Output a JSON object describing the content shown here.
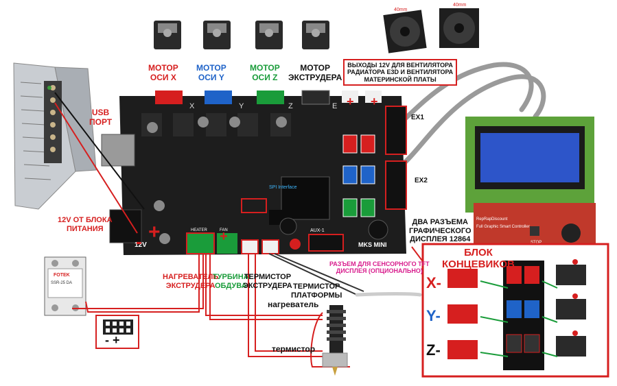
{
  "labels": {
    "motor_x": [
      "МОТОР",
      "ОСИ X"
    ],
    "motor_y": [
      "МОТОР",
      "ОСИ Y"
    ],
    "motor_z": [
      "МОТОР",
      "ОСИ Z"
    ],
    "motor_e": [
      "МОТОР",
      "ЭКСТРУДЕРА"
    ],
    "fan_outputs": [
      "ВЫХОДЫ 12V ДЛЯ ВЕНТИЛЯТОРА",
      "РАДИАТОРА E3D И ВЕНТИЛЯТОРА",
      "МАТЕРИНСКОЙ ПЛАТЫ"
    ],
    "usb": [
      "USB",
      "ПОРТ"
    ],
    "psu_12v": [
      "12V ОТ БЛОКА",
      "ПИТАНИЯ"
    ],
    "ex1": "EX1",
    "ex2": "EX2",
    "display_conn": [
      "ДВА РАЗЪЕМА",
      "ГРАФИЧЕСКОГО",
      "ДИСПЛЕЯ 12864"
    ],
    "tft_conn": [
      "РАЗЪЕМ ДЛЯ СЕНСОРНОГО TFT",
      "ДИСПЛЕЯ (ОПЦИОНАЛЬНО)"
    ],
    "heater_label": [
      "НАГРЕВАТЕЛЬ",
      "ЭКСТРУДЕРА"
    ],
    "fan_blow": [
      "ТУРБИНА",
      "ОБДУВА"
    ],
    "therm_ext": [
      "ТЕРМИСТОР",
      "ЭКСТРУДЕРА"
    ],
    "therm_bed": [
      "ТЕРМИСТОР",
      "ПЛАТФОРМЫ"
    ],
    "heater_wire": "нагреватель",
    "therm_wire": "термистор",
    "endstop_block": [
      "БЛОК",
      "КОНЦЕВИКОВ"
    ],
    "axis_x": "X-",
    "axis_y": "Y-",
    "axis_z": "Z-",
    "plus": "+",
    "minus": "-",
    "minus_plus": "- +",
    "fan_dim": "40mm"
  },
  "board": {
    "name": "MKS MINI",
    "axis_letters": [
      "X",
      "Y",
      "Z",
      "E"
    ],
    "voltage": "12V",
    "heater_pin": "HEATER",
    "fan_pin": "FAN",
    "aux": "AUX-1",
    "spi": "SPI Interface"
  },
  "lcd": {
    "caption": "Full Graphic Smart Controller",
    "brand": "RepRapDiscount",
    "stop": "STOP"
  },
  "ssr": {
    "brand": "FOTEK",
    "model": "SSR-25 DA"
  },
  "colors": {
    "red": "#d61f1f",
    "blue": "#1f63c8",
    "green": "#1a9c3a",
    "board": "#1d1d1d"
  }
}
